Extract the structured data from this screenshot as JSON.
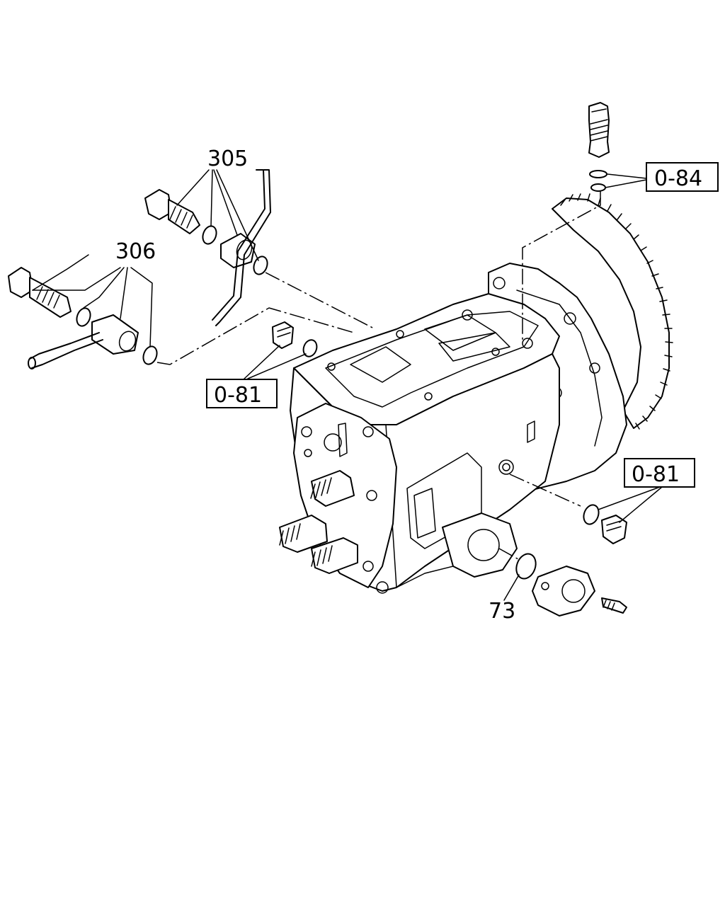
{
  "labels": {
    "part_305": "305",
    "part_306": "306",
    "ref_084": "0-84",
    "ref_081_left": "0-81",
    "ref_081_right": "0-81",
    "part_73": "73"
  }
}
